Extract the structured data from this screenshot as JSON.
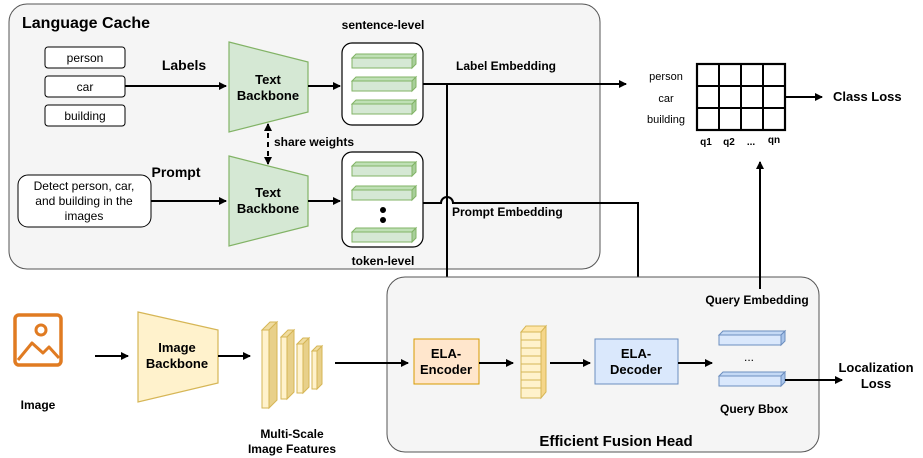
{
  "language_cache": {
    "title": "Language Cache",
    "labels_heading": "Labels",
    "label_items": [
      "person",
      "car",
      "building"
    ],
    "prompt_heading": "Prompt",
    "prompt_lines": [
      "Detect person, car,",
      "and building in the",
      "images"
    ],
    "text_backbone_line1": "Text",
    "text_backbone_line2": "Backbone",
    "share_weights": "share weights",
    "sentence_level": "sentence-level",
    "token_level": "token-level",
    "label_embedding": "Label Embedding",
    "prompt_embedding": "Prompt Embedding"
  },
  "class_matrix": {
    "row_labels": [
      "person",
      "car",
      "building"
    ],
    "col_labels": [
      "q1",
      "q2",
      "...",
      "qn"
    ],
    "class_loss": "Class Loss"
  },
  "image_pipeline": {
    "image_label": "Image",
    "image_backbone_line1": "Image",
    "image_backbone_line2": "Backbone",
    "features_line1": "Multi-Scale",
    "features_line2": "Image Features"
  },
  "fusion_head": {
    "title": "Efficient Fusion Head",
    "encoder_line1": "ELA-",
    "encoder_line2": "Encoder",
    "decoder_line1": "ELA-",
    "decoder_line2": "Decoder",
    "query_embedding": "Query Embedding",
    "query_bbox": "Query Bbox",
    "ellipsis": "...",
    "localization_line1": "Localization",
    "localization_line2": "Loss"
  },
  "colors": {
    "backbone_green": "#d5e8d4",
    "backbone_green_stroke": "#82b366",
    "image_yellow": "#fff2cc",
    "image_orange": "#e07b22",
    "encoder_orange": "#ffe6cc",
    "decoder_blue": "#dae8fc",
    "panel_gray": "#f5f5f5"
  }
}
